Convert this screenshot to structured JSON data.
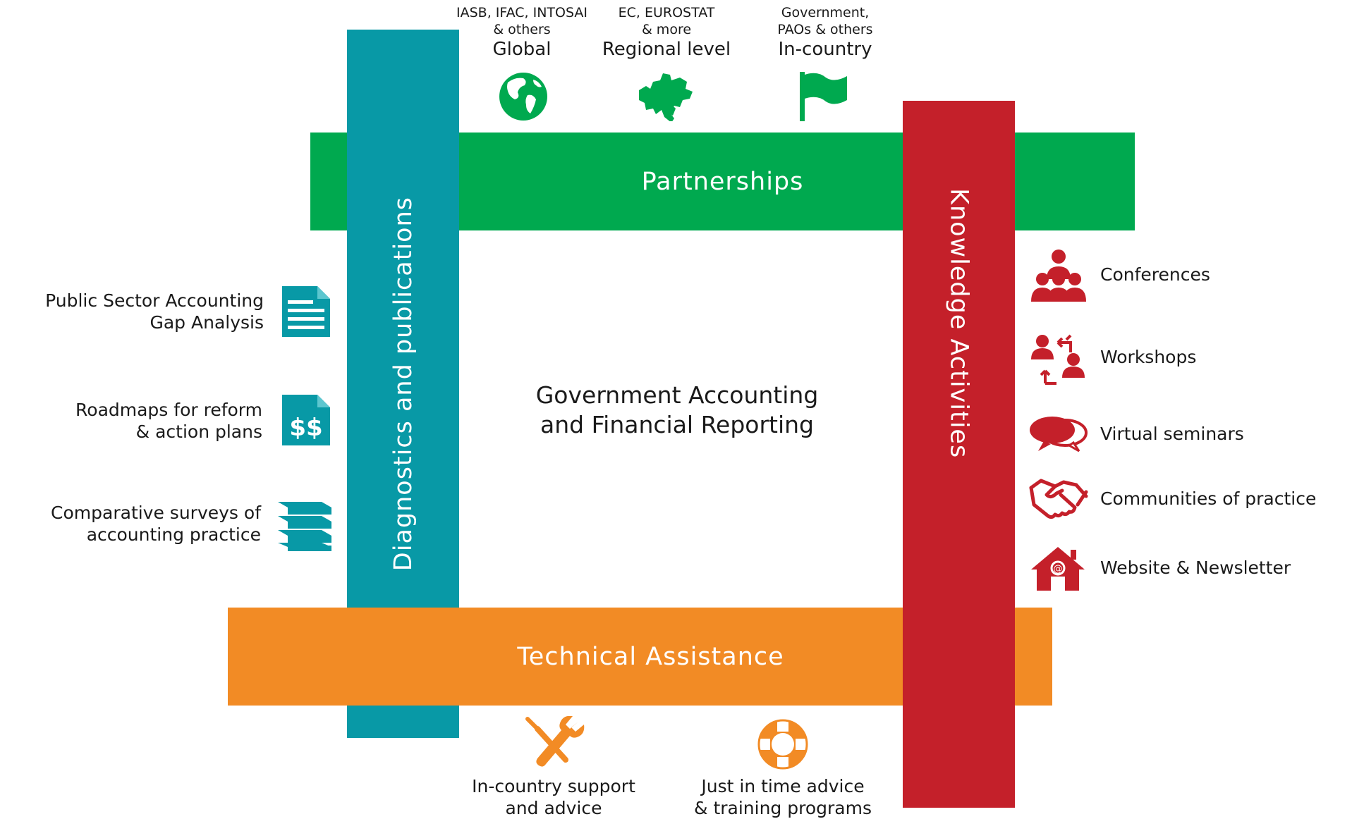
{
  "center": {
    "title_line1": "Government Accounting",
    "title_line2": "and Financial Reporting"
  },
  "bars": {
    "partnerships": "Partnerships",
    "technical": "Technical Assistance",
    "diagnostics": "Diagnostics and publications",
    "knowledge": "Knowledge Activities"
  },
  "partners": [
    {
      "line1": "IASB, IFAC, INTOSAI",
      "line2": "& others",
      "level": "Global",
      "icon": "globe-icon"
    },
    {
      "line1": "EC, EUROSTAT",
      "line2": "& more",
      "level": "Regional level",
      "icon": "europe-map-icon"
    },
    {
      "line1": "Government,",
      "line2": "PAOs & others",
      "level": "In-country",
      "icon": "flag-icon"
    }
  ],
  "diagnostics_items": [
    {
      "line1": "Public Sector Accounting",
      "line2": "Gap Analysis",
      "icon": "document-icon"
    },
    {
      "line1": "Roadmaps for reform",
      "line2": "& action plans",
      "icon": "dollar-document-icon"
    },
    {
      "line1": "Comparative surveys of",
      "line2": "accounting practice",
      "icon": "stacked-books-icon"
    }
  ],
  "knowledge_items": [
    {
      "label": "Conferences",
      "icon": "conference-icon"
    },
    {
      "label": "Workshops",
      "icon": "workshop-icon"
    },
    {
      "label": "Virtual seminars",
      "icon": "speech-bubbles-icon"
    },
    {
      "label": "Communities of practice",
      "icon": "handshake-icon"
    },
    {
      "label": "Website & Newsletter",
      "icon": "house-at-icon"
    }
  ],
  "technical_items": [
    {
      "line1": "In-country support",
      "line2": "and advice",
      "icon": "tools-icon"
    },
    {
      "line1": "Just in time advice",
      "line2": "& training programs",
      "icon": "lifebuoy-icon"
    }
  ],
  "colors": {
    "teal": "#0899a6",
    "green": "#00a94f",
    "red": "#c4202a",
    "orange": "#f28b25"
  }
}
